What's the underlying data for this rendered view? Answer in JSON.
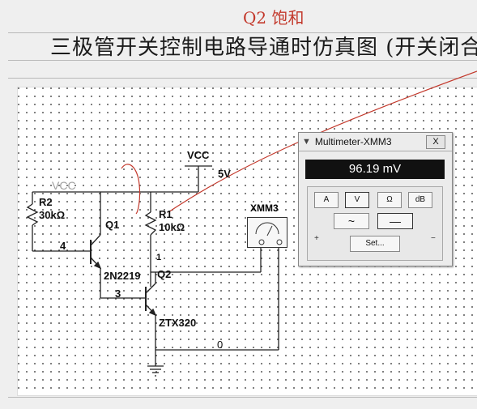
{
  "note": {
    "title_text": "三极管开关控制电路导通时仿真图 (开关闭合)",
    "red_annotation": "Q2 饱和",
    "annotation_color": "#c3392c"
  },
  "schematic": {
    "vcc_net_label": "VCC",
    "vcc_source_label": "VCC",
    "vcc_value": "5V",
    "r2_name": "R2",
    "r2_value": "30kΩ",
    "r1_name": "R1",
    "r1_value": "10kΩ",
    "q1_name": "Q1",
    "q1_part": "2N2219",
    "q2_name": "Q2",
    "q2_part": "ZTX320",
    "node_4": "4",
    "node_3": "3",
    "node_1": "1",
    "node_0": "0",
    "meter_ref": "XMM3"
  },
  "multimeter": {
    "title": "Multimeter-XMM3",
    "close_label": "X",
    "reading": "96.19 mV",
    "modes": [
      "A",
      "V",
      "Ω",
      "dB"
    ],
    "selected_mode": "V",
    "ac_symbol": "~",
    "dc_symbol": "—",
    "set_label": "Set...",
    "plus": "+",
    "minus": "−"
  }
}
